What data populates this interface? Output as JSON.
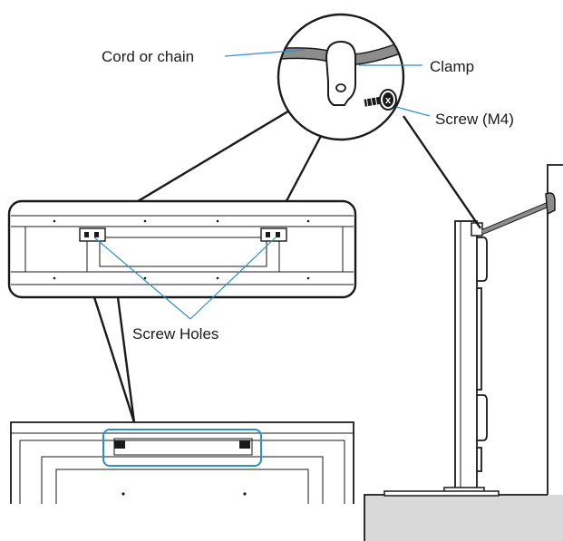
{
  "labels": {
    "cord_or_chain": "Cord or chain",
    "clamp": "Clamp",
    "screw_m4": "Screw (M4)",
    "screw_holes": "Screw Holes"
  },
  "colors": {
    "leader_line": "#2d8fc8",
    "cord": "#8c8c8c",
    "highlight_box": "#2d8fc8",
    "outline": "#1a1a1a",
    "floor": "#d9d9d9"
  },
  "icons": {
    "clamp": "clamp-icon",
    "screw": "screw-icon"
  }
}
